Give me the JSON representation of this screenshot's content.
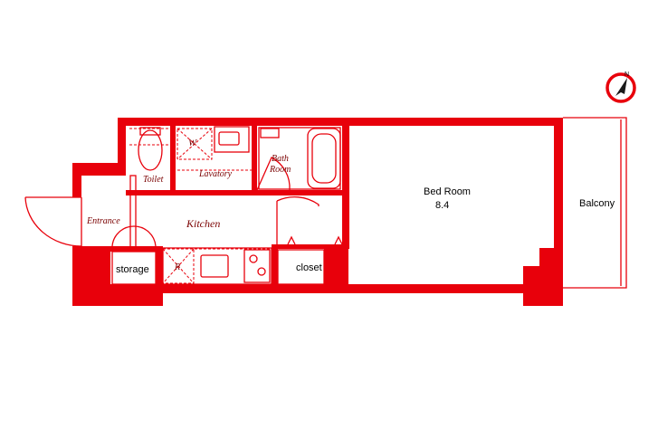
{
  "colors": {
    "wall": "#e8000b",
    "room_label": "#7a0000",
    "plain_label": "#000000",
    "background": "#ffffff"
  },
  "compass": {
    "letter": "N",
    "icon": "north-arrow-icon"
  },
  "rooms": {
    "toilet": "Toilet",
    "lavatory": "Lavatory",
    "washer": "W",
    "bath_line1": "Bath",
    "bath_line2": "Room",
    "entrance": "Entrance",
    "kitchen": "Kitchen",
    "refrigerator": "R",
    "storage": "storage",
    "closet": "closet",
    "bedroom": "Bed Room",
    "bedroom_size": "8.4",
    "balcony": "Balcony"
  }
}
